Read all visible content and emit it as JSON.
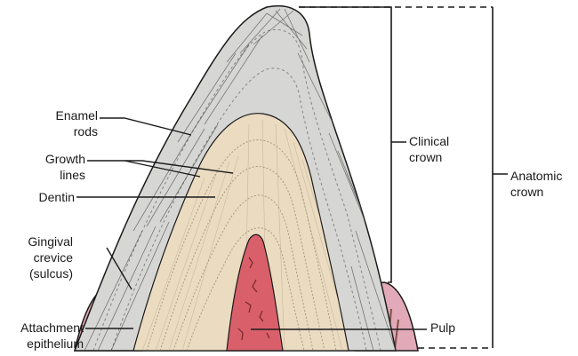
{
  "labels": {
    "enamel_rods": [
      "Enamel",
      "rods"
    ],
    "growth_lines": [
      "Growth",
      "lines"
    ],
    "dentin": "Dentin",
    "gingival_crevice": [
      "Gingival",
      "crevice",
      "(sulcus)"
    ],
    "attachment_epithelium": [
      "Attachment",
      "epithelium"
    ],
    "clinical_crown": [
      "Clinical",
      "crown"
    ],
    "anatomic_crown": [
      "Anatomic",
      "crown"
    ],
    "pulp": "Pulp"
  },
  "colors": {
    "enamel": "#d6d6d4",
    "dentin": "#eadbc1",
    "pulp": "#d9606a",
    "gingiva": "#e2a9b8",
    "gingiva_dark": "#6a3a2a",
    "ink": "#1a1a1a"
  }
}
